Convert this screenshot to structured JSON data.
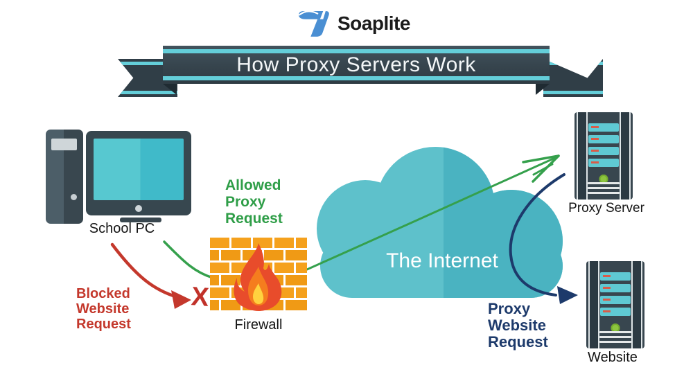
{
  "logo": {
    "brand": "Soaplite"
  },
  "banner": {
    "title": "How Proxy Servers Work"
  },
  "labels": {
    "school_pc": "School PC",
    "firewall": "Firewall",
    "internet": "The Internet",
    "proxy_server": "Proxy Server",
    "website": "Website"
  },
  "annotations": {
    "allowed_request": {
      "line1": "Allowed",
      "line2": "Proxy",
      "line3": "Request",
      "color": "#2f9e48"
    },
    "blocked_request": {
      "line1": "Blocked",
      "line2": "Website",
      "line3": "Request",
      "color": "#c4382c"
    },
    "proxy_website_request": {
      "line1": "Proxy",
      "line2": "Website",
      "line3": "Request",
      "color": "#1d3a6b"
    },
    "blocked_x": "X"
  },
  "colors": {
    "banner_bg": "#36444d",
    "banner_stripe": "#64ced9",
    "cloud_light": "#5ec1cb",
    "cloud_dark": "#4ab3c1",
    "brick_orange": "#f5a11d",
    "arrow_green": "#35a04c",
    "arrow_red": "#c4382c",
    "arrow_navy": "#1d3a6b",
    "slate": "#37474f",
    "screen_teal": "#4fc3cf",
    "logo_blue": "#4a8fd3"
  }
}
